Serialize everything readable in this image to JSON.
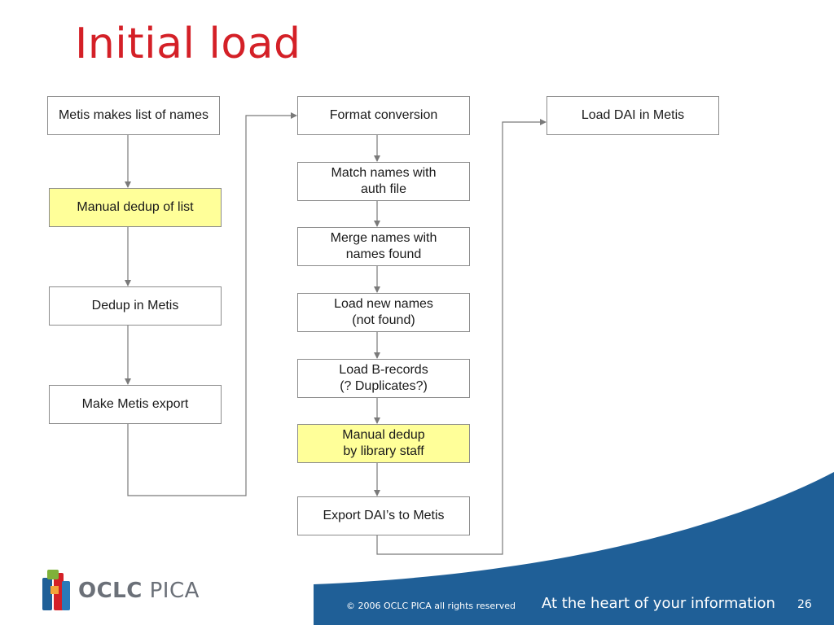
{
  "slide": {
    "title": "Initial load",
    "footer": {
      "copyright": "© 2006 OCLC PICA all rights reserved",
      "tagline": "At the heart of your information",
      "page_number": "26"
    },
    "logo": {
      "word1": "OCLC",
      "word2": "PICA"
    }
  },
  "colors": {
    "title": "#d42027",
    "highlight_box": "#ffff99",
    "box_border": "#8c8c8c",
    "arrow": "#7a7a7a",
    "footer_band": "#1f5f97",
    "logo_text": "#6b7078"
  },
  "diagram": {
    "boxes": [
      {
        "id": "metis-list",
        "lines": [
          "Metis makes list of names"
        ],
        "highlight": false
      },
      {
        "id": "manual-dedup-list",
        "lines": [
          "Manual dedup of list"
        ],
        "highlight": true
      },
      {
        "id": "dedup-metis",
        "lines": [
          "Dedup in Metis"
        ],
        "highlight": false
      },
      {
        "id": "metis-export",
        "lines": [
          "Make Metis export"
        ],
        "highlight": false
      },
      {
        "id": "format-conversion",
        "lines": [
          "Format conversion"
        ],
        "highlight": false
      },
      {
        "id": "match-names",
        "lines": [
          "Match names with",
          "auth file"
        ],
        "highlight": false
      },
      {
        "id": "merge-names",
        "lines": [
          "Merge names with",
          "names found"
        ],
        "highlight": false
      },
      {
        "id": "load-new-names",
        "lines": [
          "Load new names",
          "(not found)"
        ],
        "highlight": false
      },
      {
        "id": "load-b-records",
        "lines": [
          "Load B-records",
          "(? Duplicates?)"
        ],
        "highlight": false
      },
      {
        "id": "manual-dedup-staff",
        "lines": [
          "Manual dedup",
          "by library staff"
        ],
        "highlight": true
      },
      {
        "id": "export-dais",
        "lines": [
          "Export DAI’s to Metis"
        ],
        "highlight": false
      },
      {
        "id": "load-dai",
        "lines": [
          "Load DAI in Metis"
        ],
        "highlight": false
      }
    ],
    "connections": [
      [
        "metis-list",
        "manual-dedup-list"
      ],
      [
        "manual-dedup-list",
        "dedup-metis"
      ],
      [
        "dedup-metis",
        "metis-export"
      ],
      [
        "metis-export",
        "format-conversion"
      ],
      [
        "format-conversion",
        "match-names"
      ],
      [
        "match-names",
        "merge-names"
      ],
      [
        "merge-names",
        "load-new-names"
      ],
      [
        "load-new-names",
        "load-b-records"
      ],
      [
        "load-b-records",
        "manual-dedup-staff"
      ],
      [
        "manual-dedup-staff",
        "export-dais"
      ],
      [
        "export-dais",
        "load-dai"
      ]
    ]
  }
}
